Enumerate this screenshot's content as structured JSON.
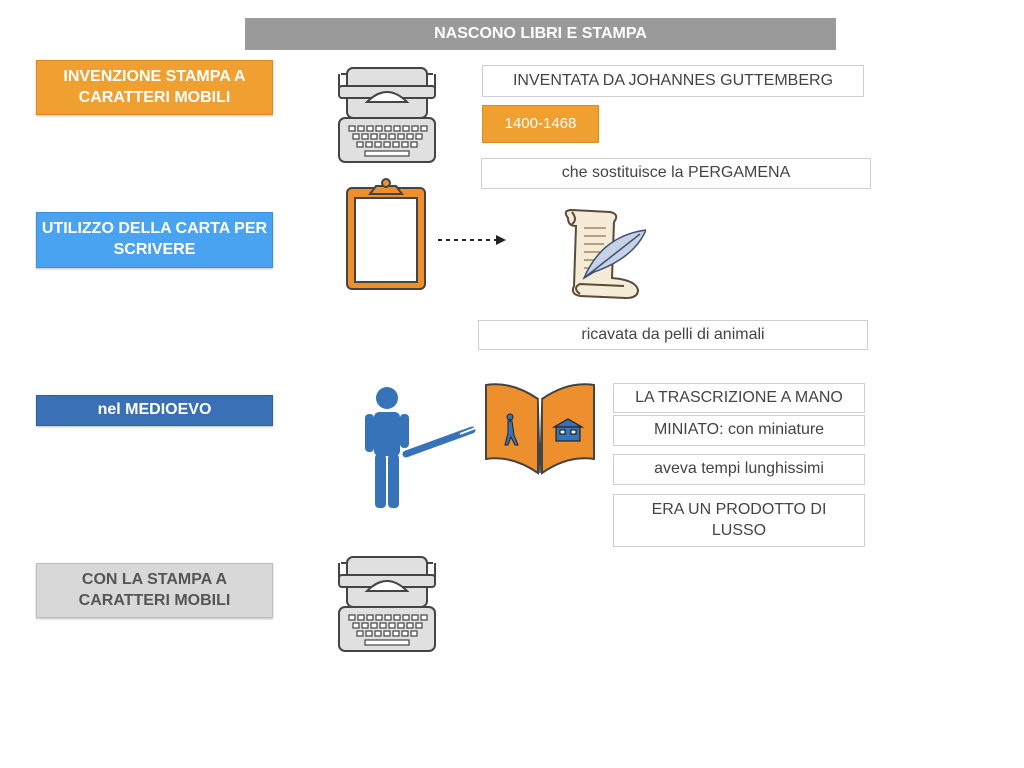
{
  "header": {
    "title": "NASCONO LIBRI E STAMPA"
  },
  "categories": {
    "invenzione": "INVENZIONE STAMPA A CARATTERI MOBILI",
    "carta": "UTILIZZO DELLA CARTA PER SCRIVERE",
    "medioevo": "nel MEDIOEVO",
    "stampa": "CON LA STAMPA A CARATTERI MOBILI"
  },
  "notes": {
    "inventore": "INVENTATA DA JOHANNES GUTTEMBERG",
    "anni": "1400-1468",
    "pergamena": "che sostituisce la PERGAMENA",
    "pelli": "ricavata da pelli di animali",
    "trascrizione": "LA TRASCRIZIONE A MANO",
    "miniato": "MINIATO: con miniature",
    "tempi": "aveva tempi lunghissimi",
    "lusso": "ERA UN PRODOTTO DI LUSSO"
  },
  "colors": {
    "orange": "#f0a030",
    "light_blue": "#4aa3f0",
    "dark_blue": "#3a70b5",
    "grey": "#d8d8d8",
    "title_grey": "#9a9a9a"
  },
  "icons": [
    "typewriter-icon",
    "clipboard-icon",
    "scroll-quill-icon",
    "person-icon",
    "open-book-icon",
    "typewriter-icon"
  ]
}
